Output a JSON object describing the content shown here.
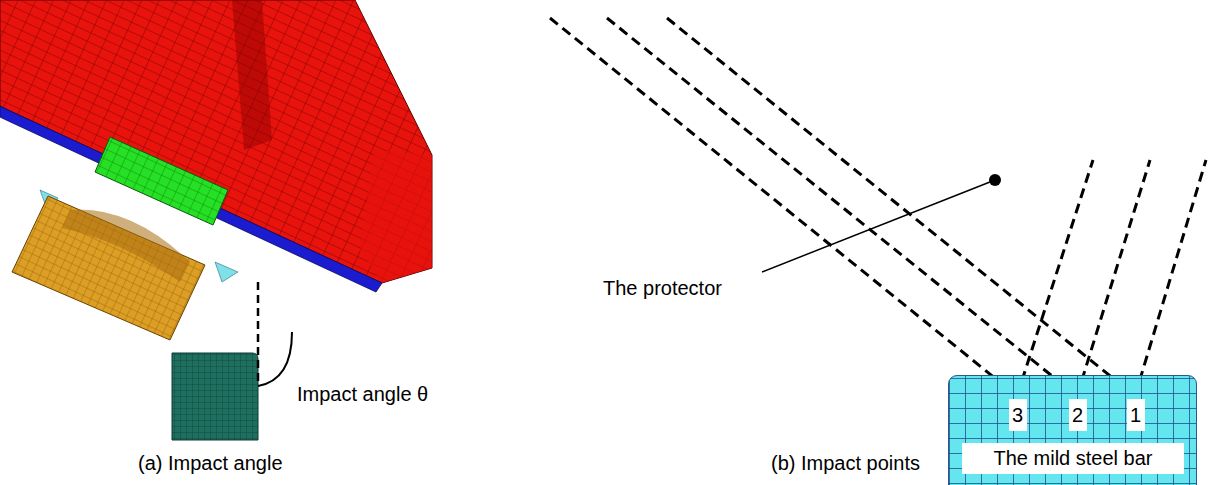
{
  "diagram": {
    "nodes": [
      {
        "text": [
          "The mild steel bar"
        ]
      },
      {
        "text": [
          "3"
        ],
        "in": 0
      },
      {
        "text": [
          "2"
        ],
        "in": 0
      },
      {
        "text": [
          "1"
        ],
        "in": 0
      }
    ],
    "labels": [
      "The protector",
      "Impact angle θ",
      "(a) Impact angle",
      "(b) Impact points"
    ]
  }
}
